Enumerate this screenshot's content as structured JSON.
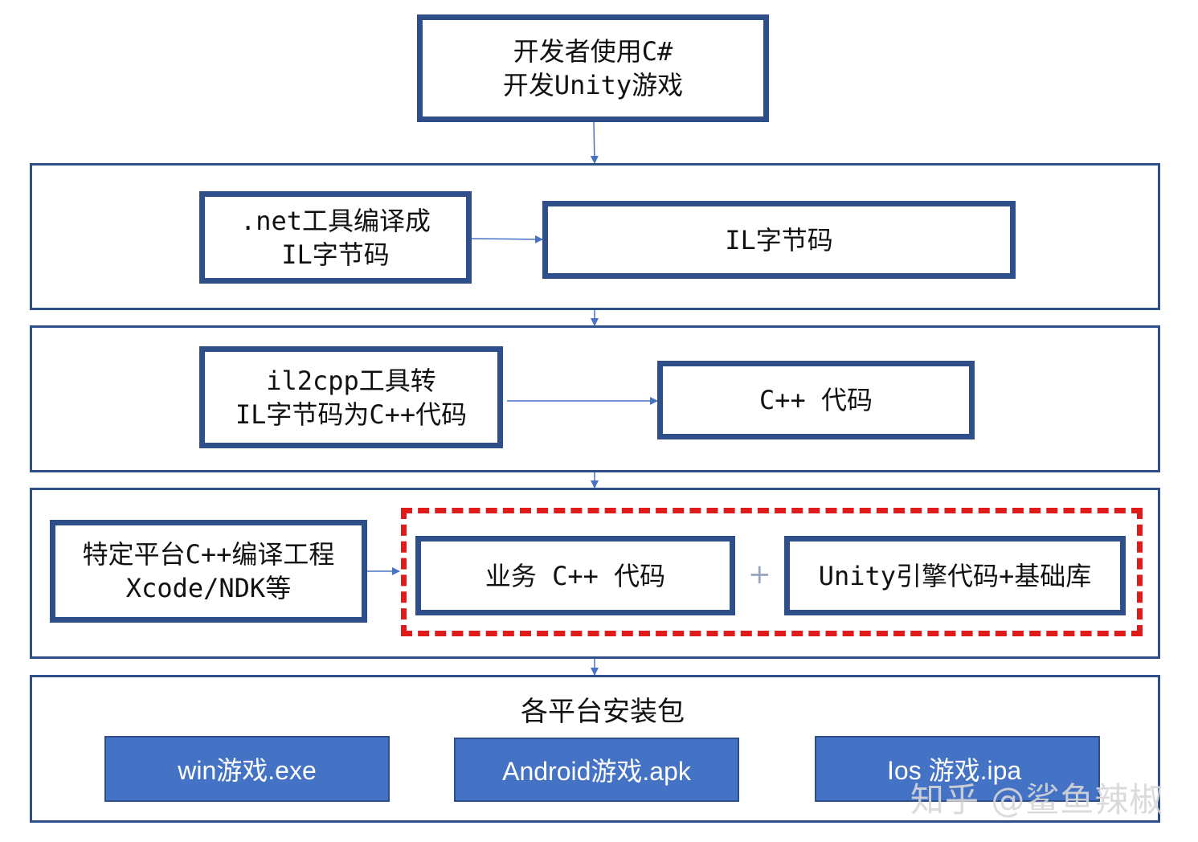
{
  "top_box": {
    "line1": "开发者使用C#",
    "line2": "开发Unity游戏"
  },
  "stage_compile": {
    "source_line1": ".net工具编译成",
    "source_line2": "IL字节码",
    "target": "IL字节码"
  },
  "stage_il2cpp": {
    "source_line1": "il2cpp工具转",
    "source_line2": "IL字节码为C++代码",
    "target": "C++ 代码"
  },
  "stage_platform": {
    "source_line1": "特定平台C++编译工程",
    "source_line2": "Xcode/NDK等",
    "business_code": "业务 C++ 代码",
    "plus": "+",
    "engine_code": "Unity引擎代码+基础库"
  },
  "stage_packages": {
    "title": "各平台安装包",
    "packages": [
      "win游戏.exe",
      "Android游戏.apk",
      "Ios 游戏.ipa"
    ]
  },
  "watermark": "知乎 @鲨鱼辣椒",
  "colors": {
    "box_border": "#2f4f8a",
    "package_fill": "#4472c4",
    "highlight_dash": "#e01b1b",
    "arrow": "#4a72c4"
  }
}
